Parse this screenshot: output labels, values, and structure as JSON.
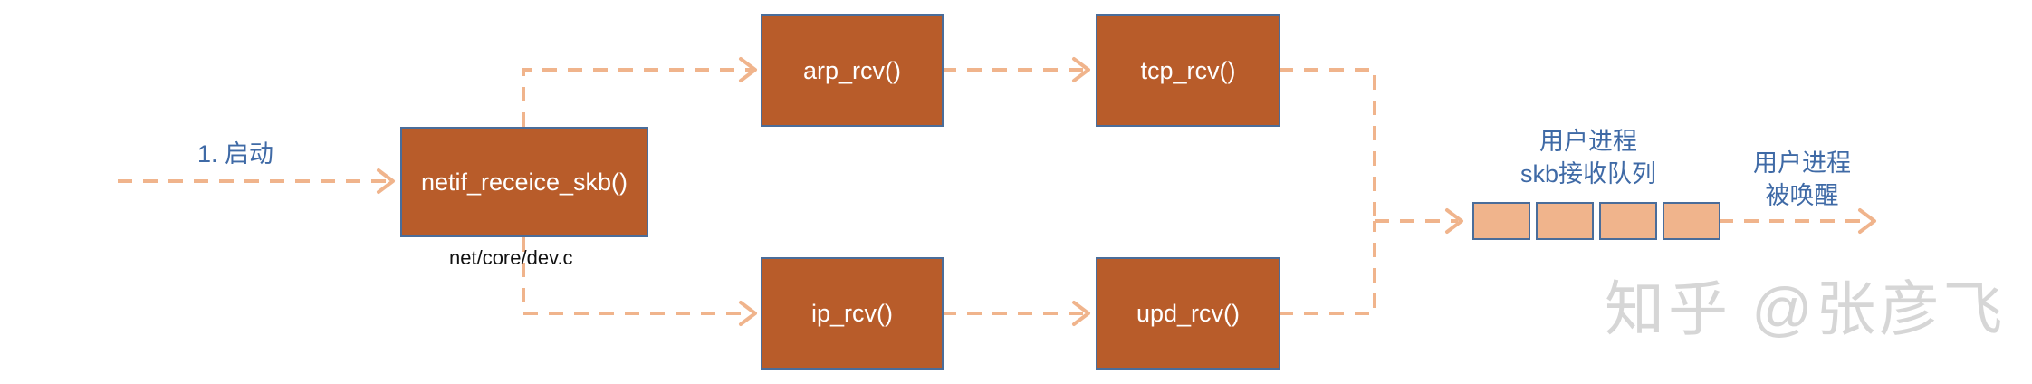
{
  "labels": {
    "start": "1. 启动",
    "dev_file": "net/core/dev.c",
    "queue_line1": "用户进程",
    "queue_line2": "skb接收队列",
    "wake_line1": "用户进程",
    "wake_line2": "被唤醒"
  },
  "boxes": {
    "netif": "netif_receice_skb()",
    "arp": "arp_rcv()",
    "tcp": "tcp_rcv()",
    "ip": "ip_rcv()",
    "upd": "upd_rcv()"
  },
  "queue": {
    "cell_count": 4
  },
  "watermark": "知乎 @张彦飞",
  "colors": {
    "box_fill": "#b85c2a",
    "box_border": "#4a6d9a",
    "arrow": "#f0b48c",
    "queue_fill": "#f0b48c",
    "label_text": "#3f6aa6"
  }
}
